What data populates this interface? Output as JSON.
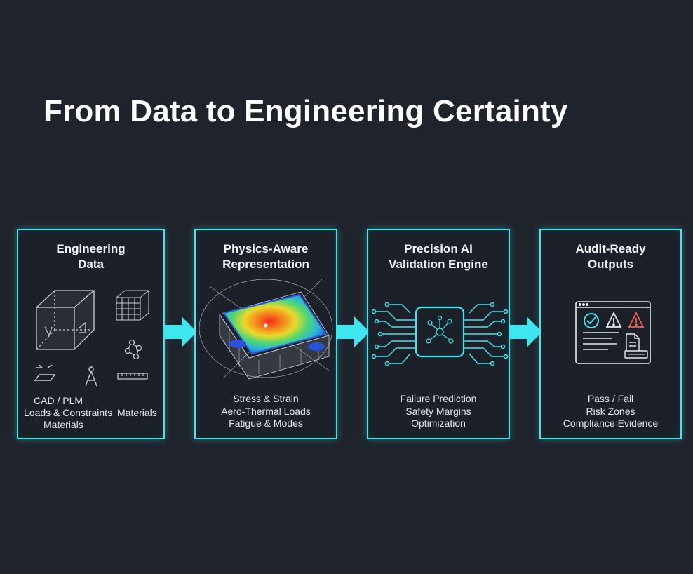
{
  "title": "From Data to Engineering Certainty",
  "colors": {
    "accent": "#3ee6f0",
    "background": "#1f232c",
    "text": "#ffffff",
    "alert_red": "#ff5a4f",
    "warning": "#ffffff",
    "ok_cyan": "#3ee6f0"
  },
  "stages": [
    {
      "title_lines": [
        "Engineering",
        "Data"
      ],
      "labels": {
        "left": [
          "CAD / PLM",
          "Loads & Constraints",
          "Materials"
        ],
        "right": "Materials"
      },
      "icons": [
        "cube-icon",
        "mesh-grid-icon",
        "molecule-icon",
        "cad-sketch-icon",
        "compass-icon",
        "ruler-icon"
      ]
    },
    {
      "title_lines": [
        "Physics-Aware",
        "Representation"
      ],
      "items": [
        "Stress & Strain",
        "Aero-Thermal Loads",
        "Fatigue & Modes"
      ],
      "icons": [
        "heatmap-plate-icon"
      ]
    },
    {
      "title_lines": [
        "Precision AI",
        "Validation Engine"
      ],
      "items": [
        "Failure Prediction",
        "Safety Margins",
        "Optimization"
      ],
      "icons": [
        "ai-chip-icon"
      ]
    },
    {
      "title_lines": [
        "Audit-Ready",
        "Outputs"
      ],
      "items": [
        "Pass / Fail",
        "Risk Zones",
        "Compliance Evidence"
      ],
      "icons": [
        "report-window-icon",
        "check-icon",
        "warning-icon",
        "alert-icon",
        "certificate-icon"
      ]
    }
  ]
}
